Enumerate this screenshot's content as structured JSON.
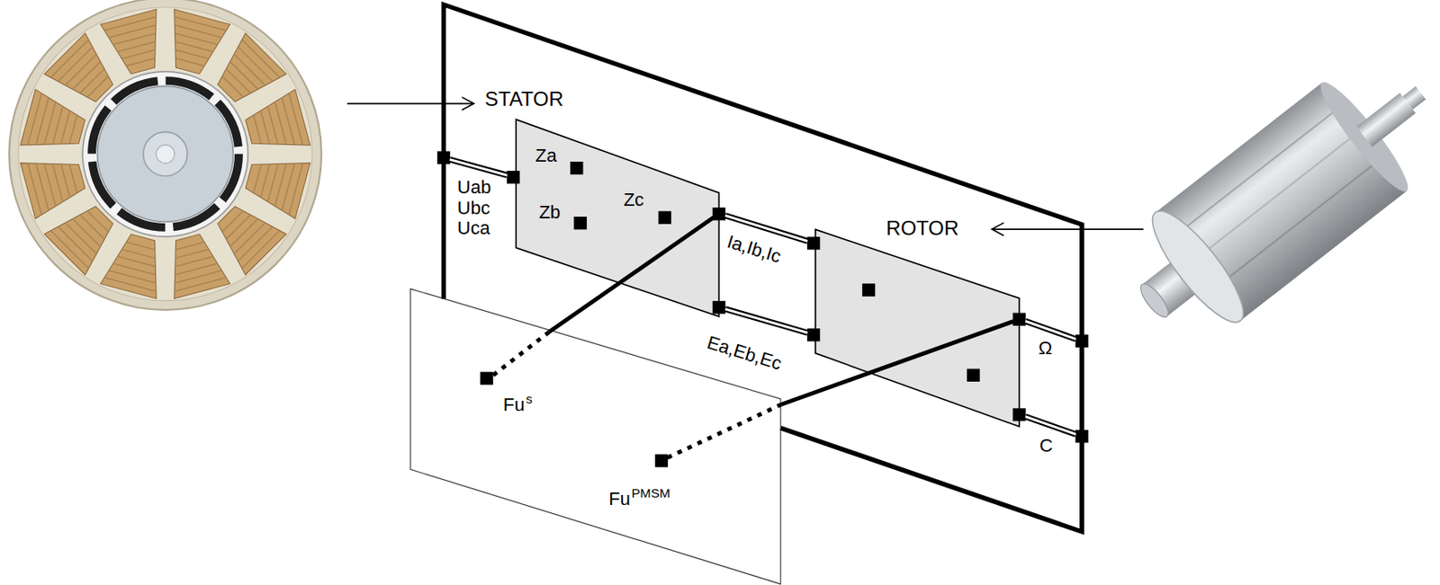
{
  "diagram": {
    "nodes": [
      {
        "text": [
          "STATOR"
        ]
      },
      {
        "text": [
          "Za",
          "Zb",
          "Zc"
        ],
        "in": 0
      },
      {
        "text": [
          "ROTOR"
        ],
        "in": 0
      },
      {
        "text": [
          "Fu",
          "s"
        ]
      },
      {
        "text": [
          "Fu",
          "PMSM"
        ]
      }
    ],
    "edges": [
      {
        "from": 0,
        "to": 1,
        "arrow": "none",
        "label": "Uab Ubc Uca"
      },
      {
        "from": 1,
        "to": 2,
        "arrow": "none",
        "label": "Ia,Ib,Ic"
      },
      {
        "from": 1,
        "to": 2,
        "arrow": "none",
        "label": "Ea,Eb,Ec"
      },
      {
        "from": 2,
        "to": 0,
        "arrow": "none",
        "label": "Ω"
      },
      {
        "from": 2,
        "to": 0,
        "arrow": "none",
        "label": "C"
      },
      {
        "from": 1,
        "to": 3,
        "arrow": "none"
      },
      {
        "from": 2,
        "to": 4,
        "arrow": "none"
      }
    ]
  }
}
